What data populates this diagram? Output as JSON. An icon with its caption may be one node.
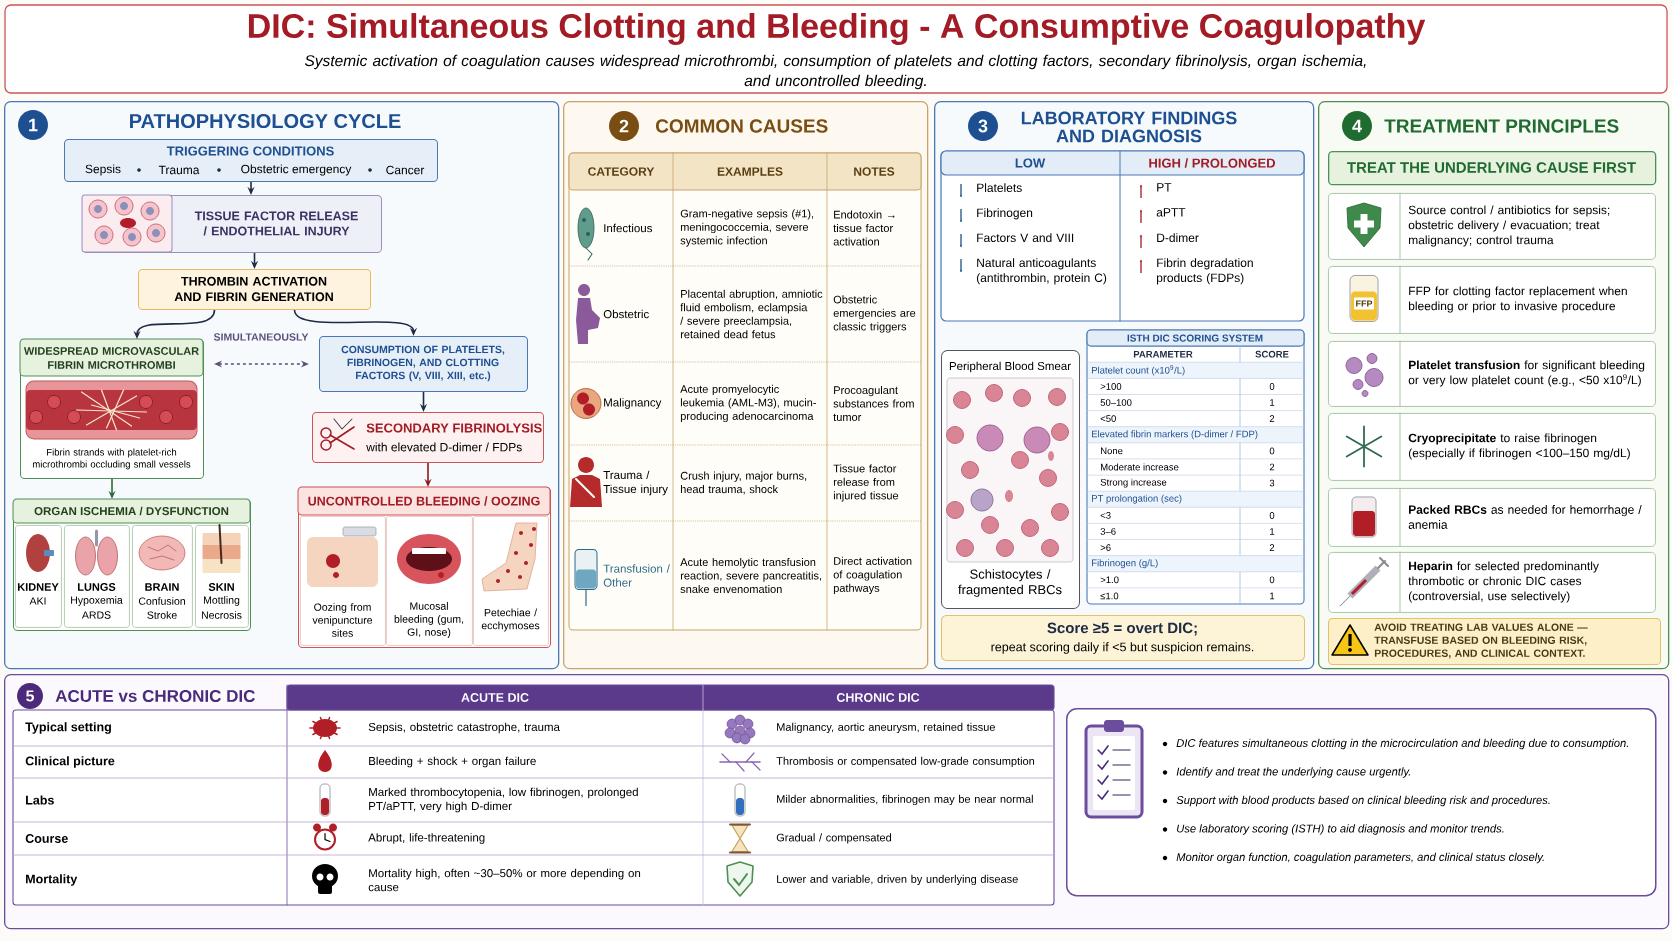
{
  "diagram": {
    "title": "DIC: Simultaneous Clotting and Bleeding - A Consumptive Coagulopathy",
    "caption": "Systemic activation of coagulation causes widespread microthrombi, consumption of platelets and clotting factors, secondary fibrinolysis, organ ischemia, and uncontrolled bleeding.",
    "nodes": [
      {
        "text": [
          "1",
          "PATHOPHYSIOLOGY CYCLE"
        ]
      },
      {
        "text": [
          "TRIGGERING CONDITIONS",
          "Sepsis",
          "Trauma",
          "Obstetric emergency",
          "Cancer"
        ],
        "in": 0
      },
      {
        "text": [
          "TISSUE FACTOR RELEASE / ENDOTHELIAL INJURY"
        ],
        "in": 0
      },
      {
        "text": [
          "THROMBIN ACTIVATION AND FIBRIN GENERATION"
        ],
        "in": 0
      },
      {
        "text": [
          "WIDESPREAD MICROVASCULAR FIBRIN MICROTHROMBI",
          "Fibrin strands with platelet-rich microthrombi occluding small vessels"
        ],
        "in": 0
      },
      {
        "text": [
          "CONSUMPTION OF PLATELETS, FIBRINOGEN, AND CLOTTING FACTORS (V, VIII, XIII, etc.)"
        ],
        "in": 0
      },
      {
        "text": [
          "SECONDARY FIBRINOLYSIS",
          "with elevated D-dimer / FDPs"
        ],
        "in": 0
      },
      {
        "text": [
          "ORGAN ISCHEMIA / DYSFUNCTION"
        ],
        "in": 0
      },
      {
        "text": [
          "KIDNEY",
          "AKI"
        ],
        "in": 7
      },
      {
        "text": [
          "LUNGS",
          "Hypoxemia",
          "ARDS"
        ],
        "in": 7
      },
      {
        "text": [
          "BRAIN",
          "Confusion",
          "Stroke"
        ],
        "in": 7
      },
      {
        "text": [
          "SKIN",
          "Mottling",
          "Necrosis"
        ],
        "in": 7
      },
      {
        "text": [
          "UNCONTROLLED BLEEDING / OOZING"
        ],
        "in": 0
      },
      {
        "text": [
          "Oozing from venipuncture sites"
        ],
        "in": 12
      },
      {
        "text": [
          "Mucosal bleeding (gum, GI, nose)"
        ],
        "in": 12
      },
      {
        "text": [
          "Petechiae / ecchymoses"
        ],
        "in": 12
      },
      {
        "text": [
          "2",
          "COMMON CAUSES"
        ]
      },
      {
        "text": [
          "3",
          "LABORATORY FINDINGS AND DIAGNOSIS"
        ]
      },
      {
        "text": [
          "Peripheral Blood Smear",
          "Schistocytes / fragmented RBCs"
        ],
        "in": 17
      },
      {
        "text": [
          "Score ≥5 = overt DIC;",
          "repeat scoring daily if <5 but suspicion remains."
        ],
        "in": 17
      },
      {
        "text": [
          "4",
          "TREATMENT PRINCIPLES"
        ]
      },
      {
        "text": [
          "TREAT THE UNDERLYING CAUSE FIRST"
        ],
        "in": 20
      },
      {
        "text": [
          "Source control / antibiotics for sepsis; obstetric delivery / evacuation; treat malignancy; control trauma"
        ],
        "in": 20
      },
      {
        "text": [
          "FFP for clotting factor replacement when bleeding or prior to invasive procedure"
        ],
        "in": 20
      },
      {
        "text": [
          "**Platelet transfusion** for significant bleeding or very low platelet count (e.g., <50 x10$^{9}$/L)"
        ],
        "in": 20
      },
      {
        "text": [
          "**Cryoprecipitate** to raise fibrinogen (especially if fibrinogen <100–150 mg/dL)"
        ],
        "in": 20
      },
      {
        "text": [
          "**Packed RBCs** as needed for hemorrhage / anemia"
        ],
        "in": 20
      },
      {
        "text": [
          "**Heparin** for selected predominantly thrombotic or chronic DIC cases (controversial, use selectively)"
        ],
        "in": 20
      },
      {
        "text": [
          "AVOID TREATING LAB VALUES ALONE — TRANSFUSE BASED ON BLEEDING RISK, PROCEDURES, AND CLINICAL CONTEXT."
        ],
        "in": 20
      },
      {
        "text": [
          "5",
          "ACUTE vs CHRONIC DIC"
        ]
      },
      {
        "text": [
          "DIC features simultaneous clotting in the microcirculation and bleeding due to consumption.",
          "Identify and treat the underlying cause urgently.",
          "Support with blood products based on clinical bleeding risk and procedures.",
          "Use laboratory scoring (ISTH) to aid diagnosis and monitor trends.",
          "Monitor organ function, coagulation parameters, and clinical status closely."
        ],
        "in": 29
      }
    ],
    "edges": [
      {
        "from": 1,
        "to": 2,
        "arrow": "to"
      },
      {
        "from": 2,
        "to": 3,
        "arrow": "to"
      },
      {
        "from": 3,
        "to": 4,
        "arrow": "to"
      },
      {
        "from": 3,
        "to": 5,
        "arrow": "to"
      },
      {
        "from": 4,
        "to": 5,
        "arrow": "both",
        "label": "SIMULTANEOUSLY",
        "style": "dashed",
        "color": "#5a4f7c"
      },
      {
        "from": 4,
        "to": 7,
        "arrow": "to",
        "color": "#2e6b34"
      },
      {
        "from": 5,
        "to": 6,
        "arrow": "to"
      },
      {
        "from": 6,
        "to": 12,
        "arrow": "to",
        "color": "#8b1a1a"
      }
    ],
    "labels": [
      "CATEGORY",
      "EXAMPLES",
      "NOTES",
      "Infectious",
      "Gram-negative sepsis (#1), meningococcemia, severe systemic infection",
      "Endotoxin → tissue factor activation",
      "Obstetric",
      "Placental abruption, amniotic fluid embolism, eclampsia / severe preeclampsia, retained dead fetus",
      "Obstetric emergencies are classic triggers",
      "Malignancy",
      "Acute promyelocytic leukemia (AML-M3), mucin-producing adenocarcinoma",
      "Procoagulant substances from tumor",
      "Trauma / Tissue injury",
      "Crush injury, major burns, head trauma, shock",
      "Tissue factor release from injured tissue",
      "Transfusion / Other",
      "Acute hemolytic transfusion reaction, severe pancreatitis, snake envenomation",
      "Direct activation of coagulation pathways",
      "LOW",
      "HIGH / PROLONGED",
      "Platelets",
      "PT",
      "Fibrinogen",
      "aPTT",
      "Factors V and VIII",
      "D-dimer",
      "Natural anticoagulants (antithrombin, protein C)",
      "Fibrin degradation products (FDPs)",
      "ISTH DIC SCORING SYSTEM",
      "PARAMETER",
      "SCORE",
      "Platelet count (x10$^{9}$/L)",
      ">100",
      "0",
      "50–100",
      "1",
      "<50",
      "2",
      "Elevated fibrin markers (D-dimer / FDP)",
      "None",
      "0",
      "Moderate increase",
      "2",
      "Strong increase",
      "3",
      "PT prolongation (sec)",
      "<3",
      "0",
      "3–6",
      "1",
      ">6",
      "2",
      "Fibrinogen (g/L)",
      ">1.0",
      "0",
      "≤1.0",
      "1",
      "ACUTE DIC",
      "CHRONIC DIC",
      "Typical setting",
      "Sepsis, obstetric catastrophe, trauma",
      "Malignancy, aortic aneurysm, retained tissue",
      "Clinical picture",
      "Bleeding + shock + organ failure",
      "Thrombosis or compensated low-grade consumption",
      "Labs",
      "Marked thrombocytopenia, low fibrinogen, prolonged PT/aPTT, very high D-dimer",
      "Milder abnormalities, fibrinogen may be near normal",
      "Course",
      "Abrupt, life-threatening",
      "Gradual / compensated",
      "Mortality",
      "Mortality high, often ~30–50% or more depending on cause",
      "Lower and variable, driven by underlying disease",
      "FFP"
    ]
  }
}
